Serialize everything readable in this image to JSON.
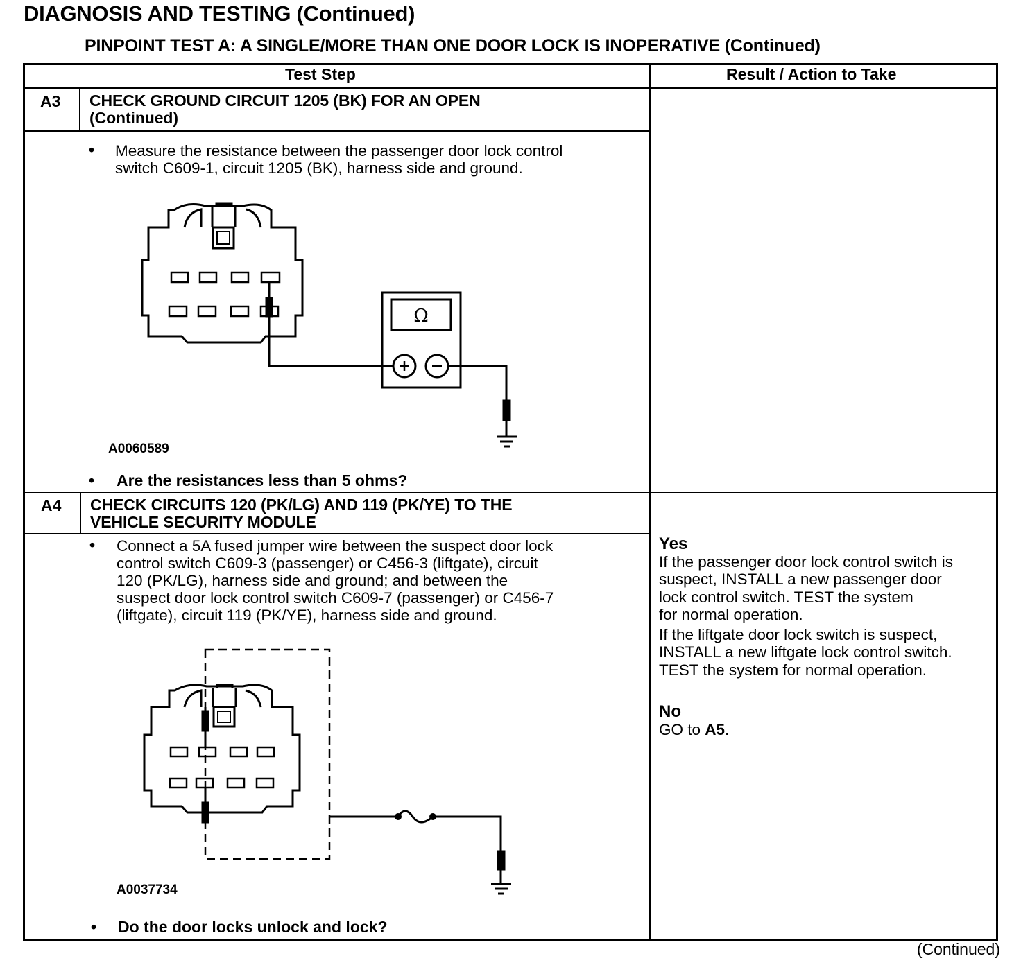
{
  "page": {
    "title": "DIAGNOSIS AND TESTING (Continued)",
    "subtitle": "PINPOINT TEST  A: A SINGLE/MORE THAN ONE DOOR LOCK IS INOPERATIVE (Continued)",
    "footer": "(Continued)"
  },
  "table": {
    "col_step": "Test Step",
    "col_result": "Result / Action to Take"
  },
  "steps": [
    {
      "id": "A3",
      "title_line1": "CHECK GROUND CIRCUIT 1205 (BK) FOR AN OPEN",
      "title_line2": "(Continued)",
      "bullet_line1": "Measure the resistance between the passenger door lock control",
      "bullet_line2": "switch C609-1, circuit 1205 (BK), harness side and ground.",
      "figure_id": "A0060589",
      "meter_symbol": "Ω",
      "question": "Are the resistances less than 5 ohms?"
    },
    {
      "id": "A4",
      "title_line1": "CHECK CIRCUITS 120 (PK/LG) AND 119 (PK/YE) TO THE",
      "title_line2": "VEHICLE SECURITY MODULE",
      "bullet_line1": "Connect a 5A fused jumper wire between the suspect door lock",
      "bullet_line2": "control switch C609-3 (passenger) or C456-3 (liftgate), circuit",
      "bullet_line3": "120 (PK/LG), harness side and ground; and between the",
      "bullet_line4": "suspect door lock control switch C609-7 (passenger) or C456-7",
      "bullet_line5": "(liftgate), circuit 119 (PK/YE), harness side and ground.",
      "figure_id": "A0037734",
      "question": "Do the door locks unlock and lock?",
      "result_yes_label": "Yes",
      "result_yes_line1": "If the passenger door lock control switch is",
      "result_yes_line2": "suspect, INSTALL a new passenger door",
      "result_yes_line3": "lock control switch. TEST the system",
      "result_yes_line4": "for normal operation.",
      "result_yes_line5": "If the liftgate door lock switch is suspect,",
      "result_yes_line6": "INSTALL a new liftgate lock control switch.",
      "result_yes_line7": "TEST the system for normal operation.",
      "result_no_label": "No",
      "result_no_prefix": "GO to ",
      "result_no_target": "A5",
      "result_no_suffix": "."
    }
  ]
}
